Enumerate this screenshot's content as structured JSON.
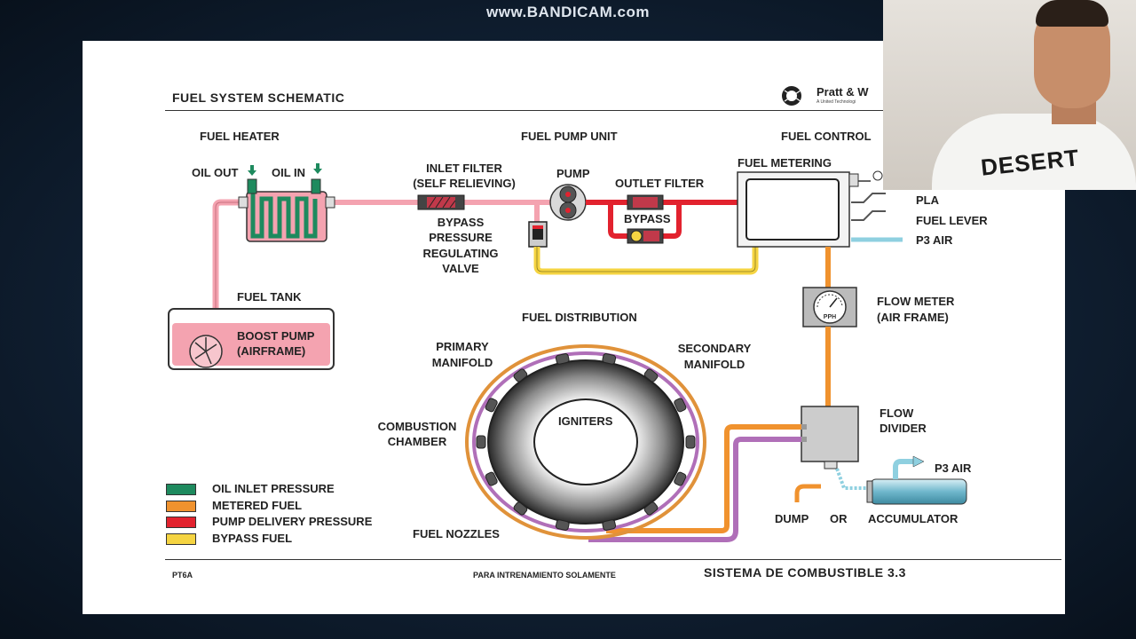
{
  "watermark": "www.BANDICAM.com",
  "title": "FUEL SYSTEM SCHEMATIC",
  "logo": {
    "text": "Pratt & W",
    "subtext": "A United Technologi"
  },
  "sections": {
    "fuel_heater": "FUEL HEATER",
    "fuel_pump_unit": "FUEL PUMP UNIT",
    "fuel_control": "FUEL CONTROL",
    "fuel_distribution": "FUEL DISTRIBUTION"
  },
  "labels": {
    "oil_out": "OIL OUT",
    "oil_in": "OIL IN",
    "inlet_filter_1": "INLET FILTER",
    "inlet_filter_2": "(SELF RELIEVING)",
    "pump": "PUMP",
    "outlet_filter": "OUTLET FILTER",
    "bypass": "BYPASS",
    "fuel_metering": "FUEL METERING",
    "bpr_1": "BYPASS",
    "bpr_2": "PRESSURE",
    "bpr_3": "REGULATING",
    "bpr_4": "VALVE",
    "pla": "PLA",
    "fuel_lever": "FUEL LEVER",
    "p3_air": "P3 AIR",
    "fuel_tank": "FUEL TANK",
    "boost_pump_1": "BOOST PUMP",
    "boost_pump_2": "(AIRFRAME)",
    "flow_meter_1": "FLOW METER",
    "flow_meter_2": "(AIR FRAME)",
    "pph": "PPH",
    "primary_manifold_1": "PRIMARY",
    "primary_manifold_2": "MANIFOLD",
    "secondary_manifold_1": "SECONDARY",
    "secondary_manifold_2": "MANIFOLD",
    "combustion_chamber_1": "COMBUSTION",
    "combustion_chamber_2": "CHAMBER",
    "igniters": "IGNITERS",
    "fuel_nozzles": "FUEL NOZZLES",
    "flow_divider_1": "FLOW",
    "flow_divider_2": "DIVIDER",
    "p3_air_2": "P3 AIR",
    "dump": "DUMP",
    "or": "OR",
    "accumulator": "ACCUMULATOR"
  },
  "legend": [
    {
      "label": "OIL INLET PRESSURE",
      "color": "#1e8a5e"
    },
    {
      "label": "METERED FUEL",
      "color": "#f0922e"
    },
    {
      "label": "PUMP DELIVERY PRESSURE",
      "color": "#e2222e"
    },
    {
      "label": "BYPASS FUEL",
      "color": "#f5d442"
    }
  ],
  "colors": {
    "oil": "#1e8a5e",
    "metered": "#f0922e",
    "pump_delivery": "#e2222e",
    "bypass": "#f5d442",
    "tank_fuel": "#f4a3b0",
    "primary_manifold": "#b06fb8",
    "secondary_manifold": "#e0923a"
  },
  "footer": {
    "left": "PT6A",
    "center": "PARA INTRENAMIENTO SOLAMENTE",
    "right": "SISTEMA DE COMBUSTIBLE  3.3"
  },
  "webcam": {
    "shirt_text": "DESERT"
  }
}
